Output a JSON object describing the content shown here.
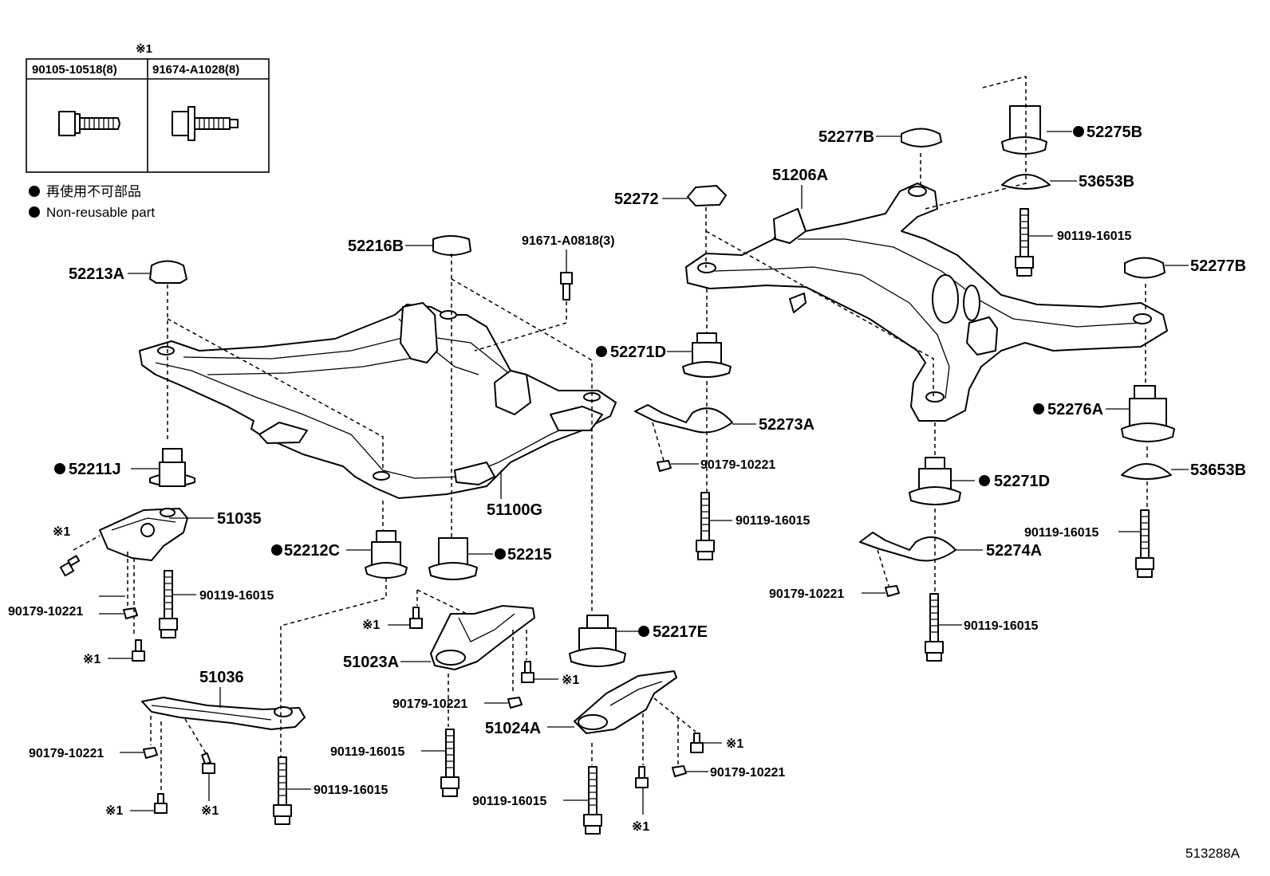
{
  "table": {
    "mark": "※1",
    "col1": "90105-10518(8)",
    "col2": "91674-A1028(8)"
  },
  "legend": {
    "line1": "再使用不可部品",
    "line2": "Non-reusable part"
  },
  "labels": {
    "p52213A": "52213A",
    "p52216B": "52216B",
    "p91671": "91671-A0818(3)",
    "p52211J": "52211J",
    "p51035": "51035",
    "pMark1a": "※1",
    "p90179a": "90179-10221",
    "p90119a": "90119-16015",
    "pMark1b": "※1",
    "p52212C": "52212C",
    "p52215": "52215",
    "p51100G": "51100G",
    "pMark1c": "※1",
    "p51023A": "51023A",
    "pMark1d": "※1",
    "p90179b": "90179-10221",
    "p52217E": "52217E",
    "p51036": "51036",
    "p90179c": "90179-10221",
    "p90119b": "90119-16015",
    "pMark1e": "※1",
    "pMark1f": "※1",
    "p90119c": "90119-16015",
    "p51024A": "51024A",
    "p90119d": "90119-16015",
    "pMark1g": "※1",
    "p90179d": "90179-10221",
    "pMark1h": "※1",
    "p52277B_a": "52277B",
    "p52275B": "52275B",
    "p51206A": "51206A",
    "p52272": "52272",
    "p53653B_a": "53653B",
    "p90119e": "90119-16015",
    "p52277B_b": "52277B",
    "p52271D_a": "52271D",
    "p52273A": "52273A",
    "p90179e": "90179-10221",
    "p90119f": "90119-16015",
    "p52276A": "52276A",
    "p52271D_b": "52271D",
    "p53653B_b": "53653B",
    "p90119g": "90119-16015",
    "p52274A": "52274A",
    "p90179f": "90179-10221",
    "p90119h": "90119-16015"
  },
  "reference_code": "513288A"
}
